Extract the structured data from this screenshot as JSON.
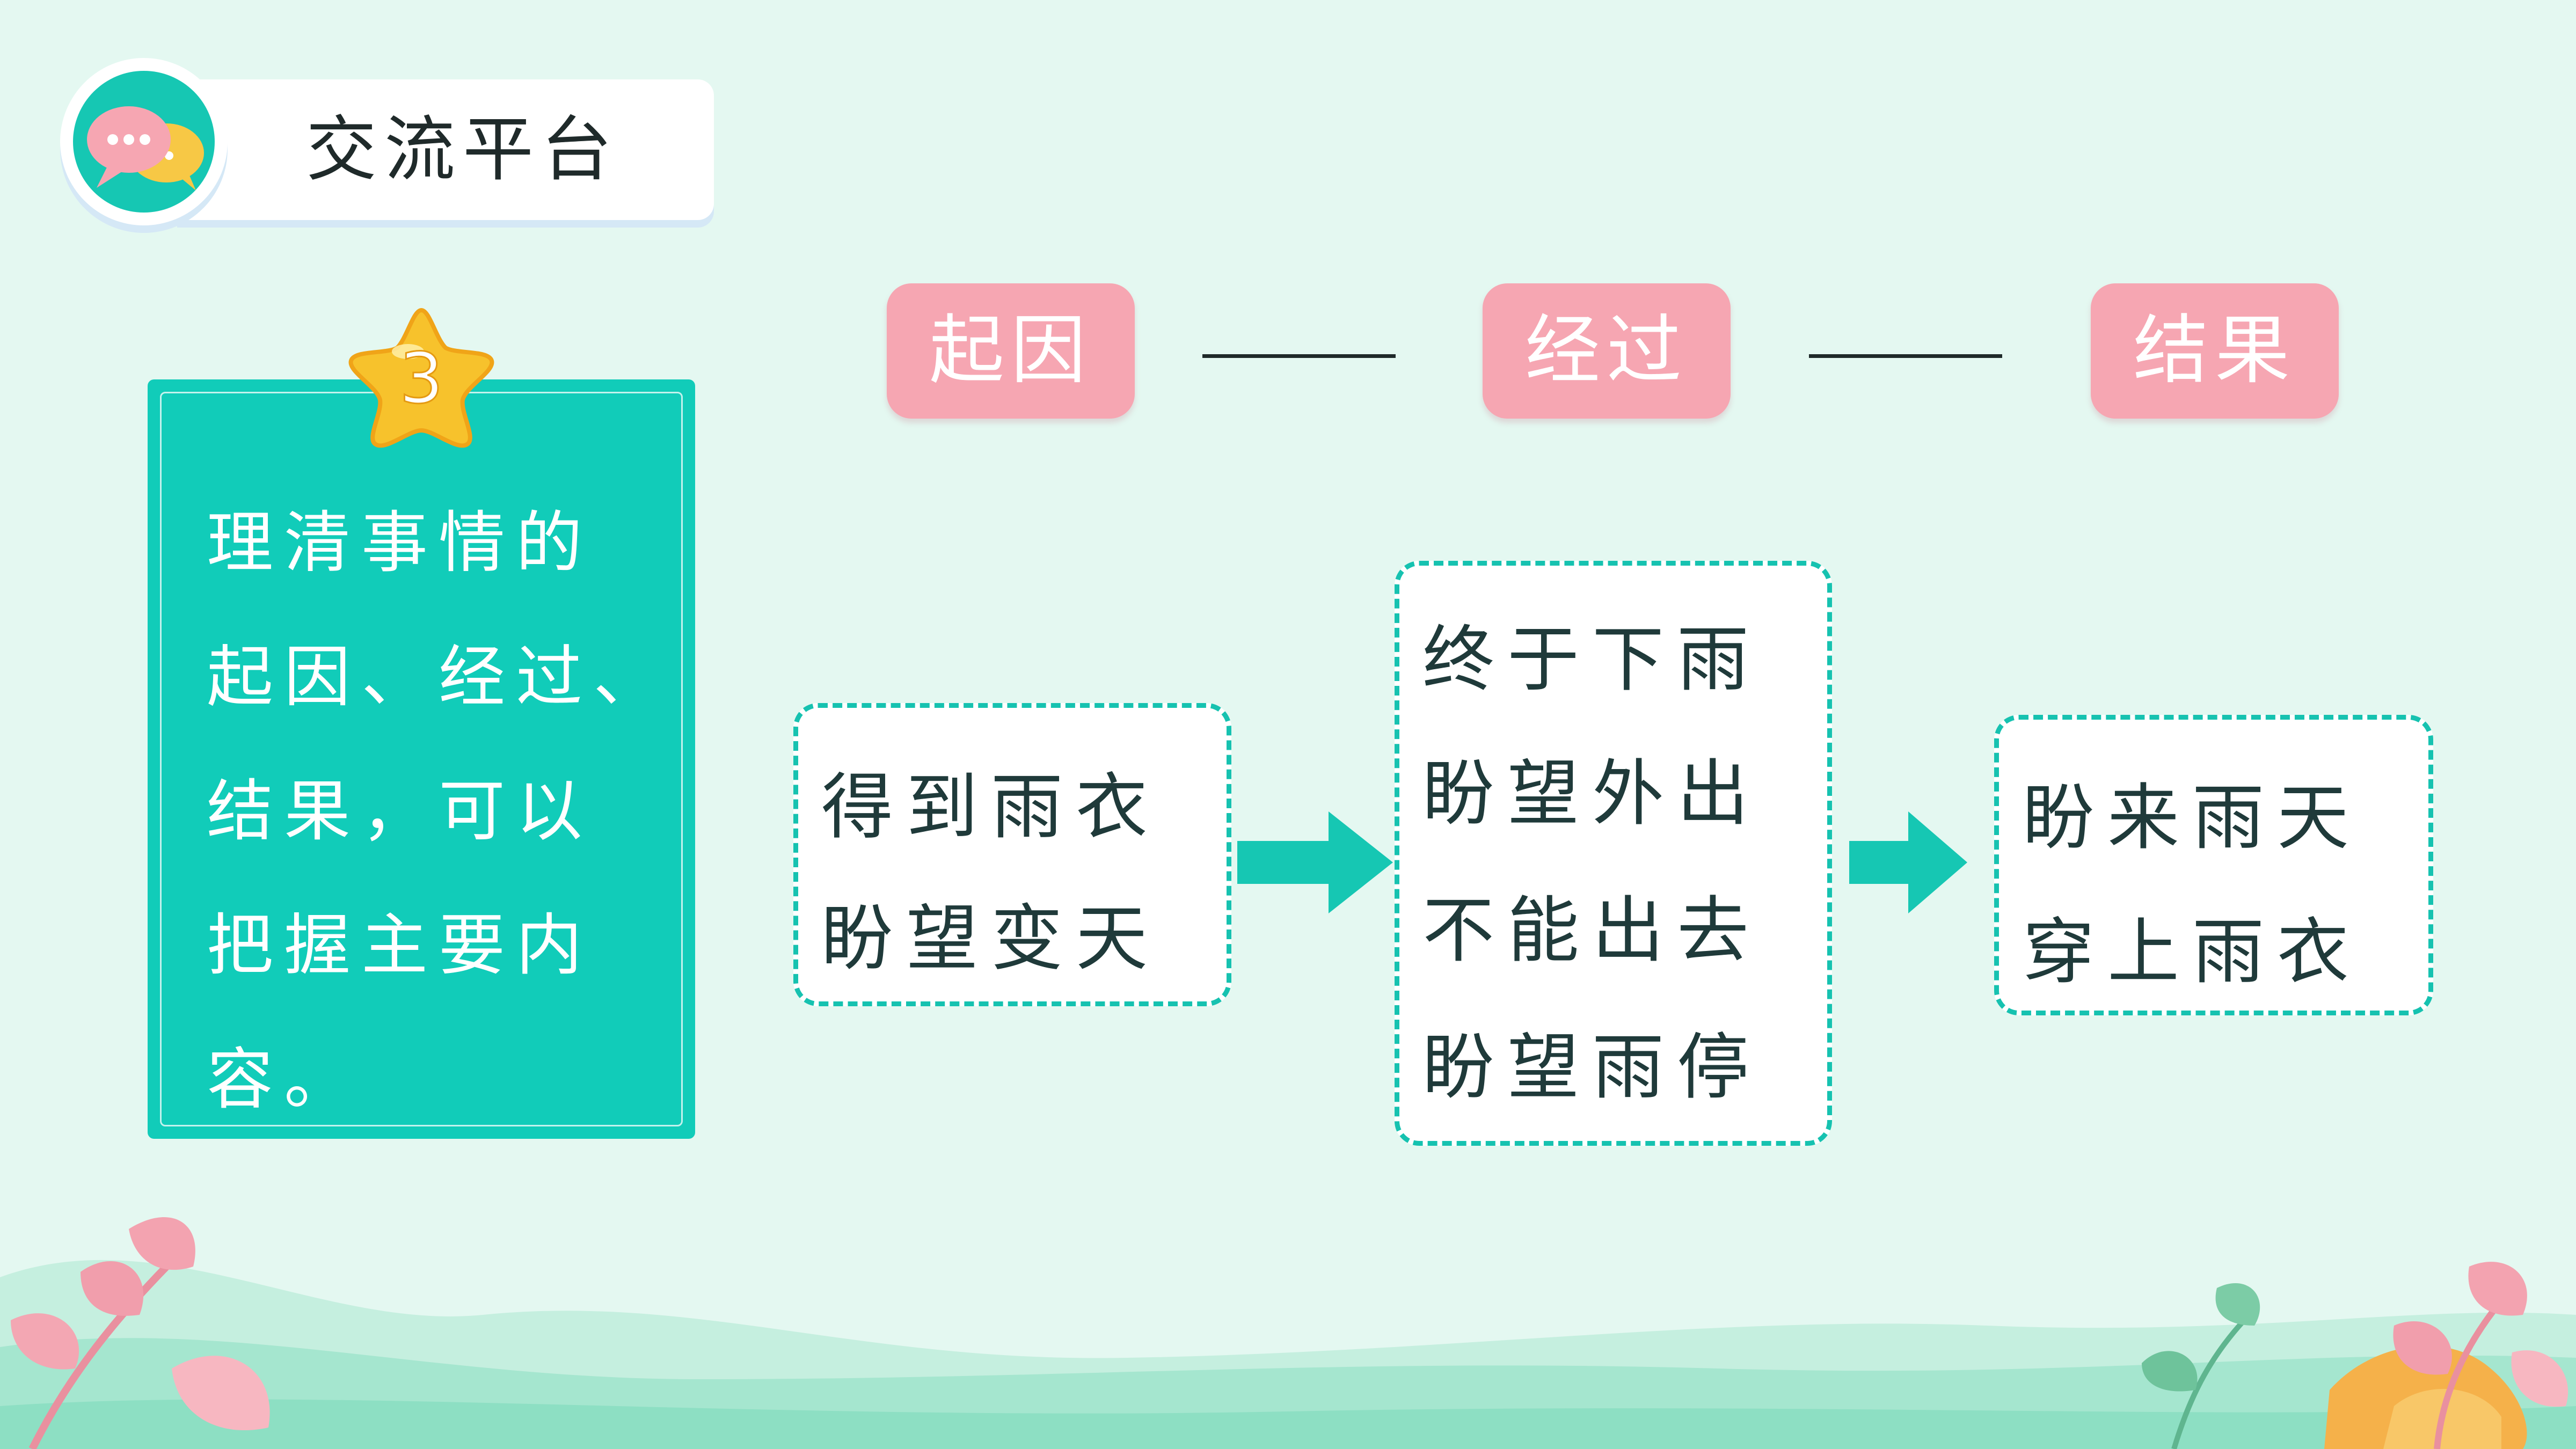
{
  "header": {
    "title": "交流平台"
  },
  "card": {
    "number": "3",
    "lines": [
      "理清事情的",
      "起因、经过、",
      "结果，可以",
      "把握主要内",
      "容。"
    ]
  },
  "labels": [
    "起因",
    "经过",
    "结果"
  ],
  "boxes": [
    {
      "lines": [
        "得到雨衣",
        "盼望变天"
      ]
    },
    {
      "lines": [
        "终于下雨",
        "盼望外出",
        "不能出去",
        "盼望雨停"
      ]
    },
    {
      "lines": [
        "盼来雨天",
        "穿上雨衣"
      ]
    }
  ],
  "icons": [
    "chat-bubbles-icon",
    "star-badge-icon",
    "arrow-right-icon",
    "leaf-decoration"
  ],
  "colors": {
    "background": "#e4f8f1",
    "teal": "#11ccb9",
    "pink": "#f6a6b2",
    "dashed": "#16c2b0"
  }
}
